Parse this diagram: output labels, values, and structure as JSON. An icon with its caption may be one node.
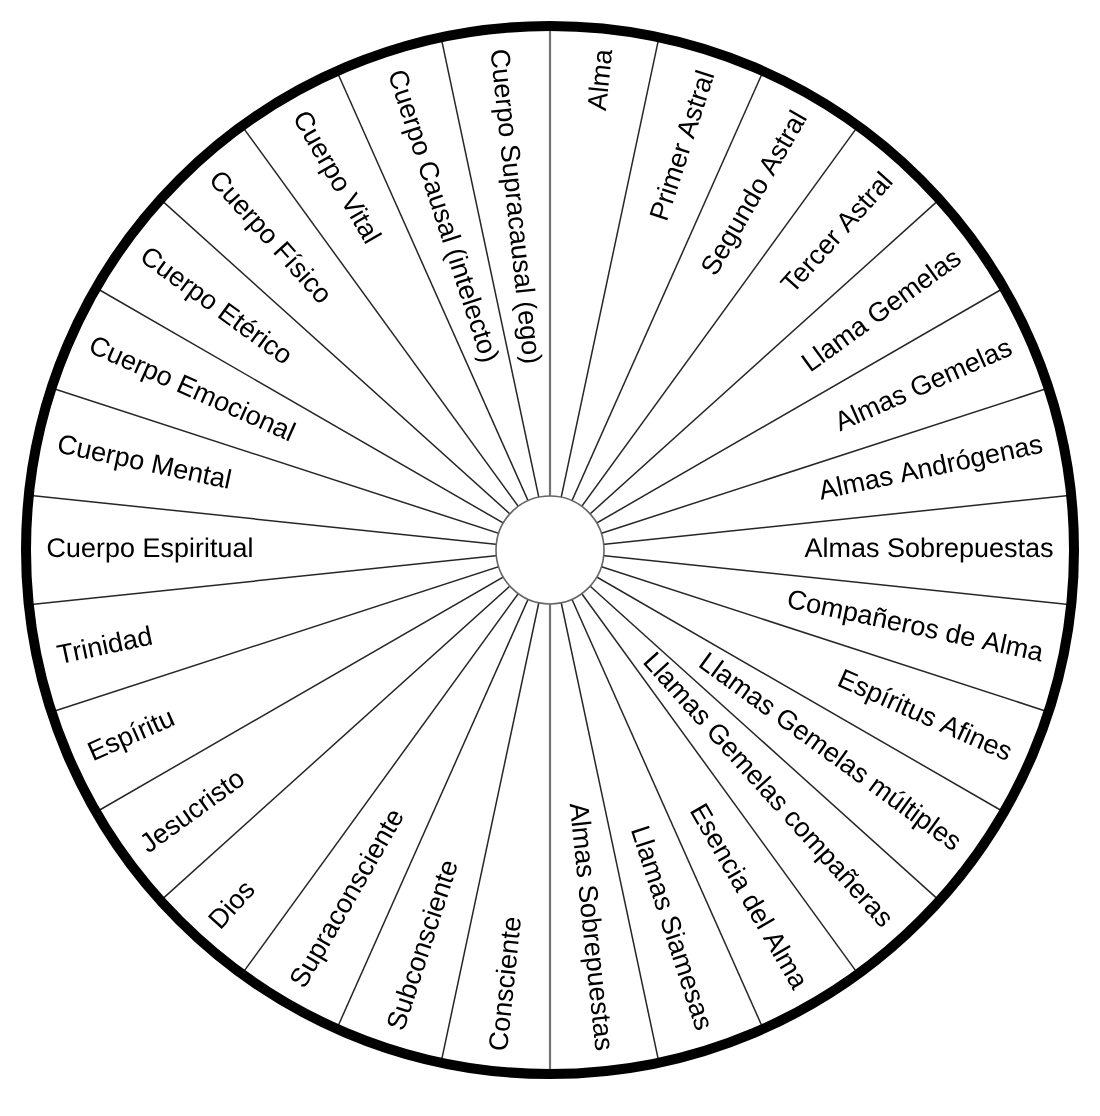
{
  "diagram": {
    "labels": [
      "Alma",
      "Primer Astral",
      "Segundo Astral",
      "Tercer Astral",
      "Llama Gemelas",
      "Almas Gemelas",
      "Almas Andrógenas",
      "Almas Sobrepuestas",
      "Compañeros de Alma",
      "Espíritus Afines",
      "Llamas Gemelas múltiples",
      "Llamas Gemelas compañeras",
      "Esencia del Alma",
      "Llamas Siamesas",
      "Almas Sobrepuestas",
      "Consciente",
      "Subconsciente",
      "Supraconsciente",
      "Dios",
      "Jesucristo",
      "Espíritu",
      "Trinidad",
      "Cuerpo Espiritual",
      "Cuerpo Mental",
      "Cuerpo Emocional",
      "Cuerpo Etérico",
      "Cuerpo Físico",
      "Cuerpo Vital",
      "Cuerpo Causal (intelecto)",
      "Cuerpo Supracausal (ego)"
    ]
  }
}
